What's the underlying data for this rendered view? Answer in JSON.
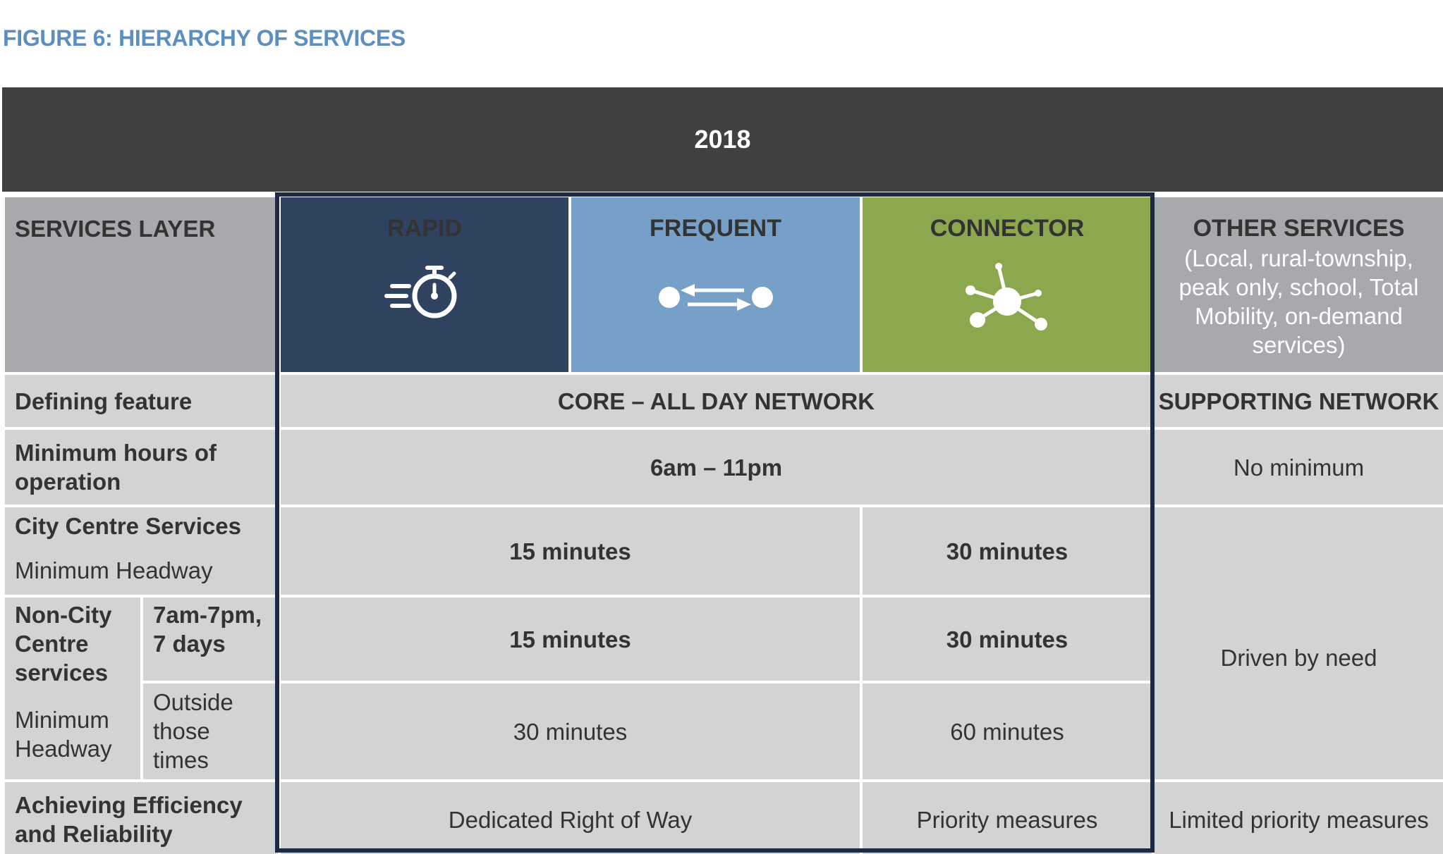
{
  "figure_title": "FIGURE 6: HIERARCHY OF SERVICES",
  "year": "2018",
  "header": {
    "services_layer": "SERVICES LAYER",
    "rapid": "RAPID",
    "frequent": "FREQUENT",
    "connector": "CONNECTOR",
    "other": "OTHER SERVICES",
    "other_desc": "(Local, rural-township, peak only, school, Total Mobility, on-demand services)"
  },
  "icons": {
    "rapid": "stopwatch-icon",
    "frequent": "two-way-arrows-icon",
    "connector": "network-hub-icon"
  },
  "rows": {
    "defining": {
      "label": "Defining feature",
      "core": "CORE – ALL DAY NETWORK",
      "other": "SUPPORTING NETWORK"
    },
    "hours": {
      "label": "Minimum hours of operation",
      "core": "6am – 11pm",
      "other": "No minimum"
    },
    "city": {
      "label": "City Centre Services",
      "sublabel": "Minimum Headway",
      "rapid_frequent": "15 minutes",
      "connector": "30 minutes"
    },
    "noncity": {
      "label": "Non-City Centre services",
      "sublabel": "Minimum Headway",
      "peak_label": "7am-7pm, 7 days",
      "peak_rapid_frequent": "15 minutes",
      "peak_connector": "30 minutes",
      "offpeak_label": "Outside those times",
      "offpeak_rapid_frequent": "30 minutes",
      "offpeak_connector": "60 minutes",
      "other": "Driven by need"
    },
    "efficiency": {
      "label": "Achieving Efficiency and Reliability",
      "rapid_frequent": "Dedicated Right of Way",
      "connector": "Priority measures",
      "other": "Limited priority measures"
    }
  },
  "colors": {
    "title": "#5b8fc1",
    "year_bar": "#414042",
    "rapid": "#2f4260",
    "frequent": "#76a0c8",
    "connector": "#8ca84e",
    "other_header": "#a7a9ac",
    "cell": "#d1d3d4",
    "core_border": "#1c2a45"
  }
}
